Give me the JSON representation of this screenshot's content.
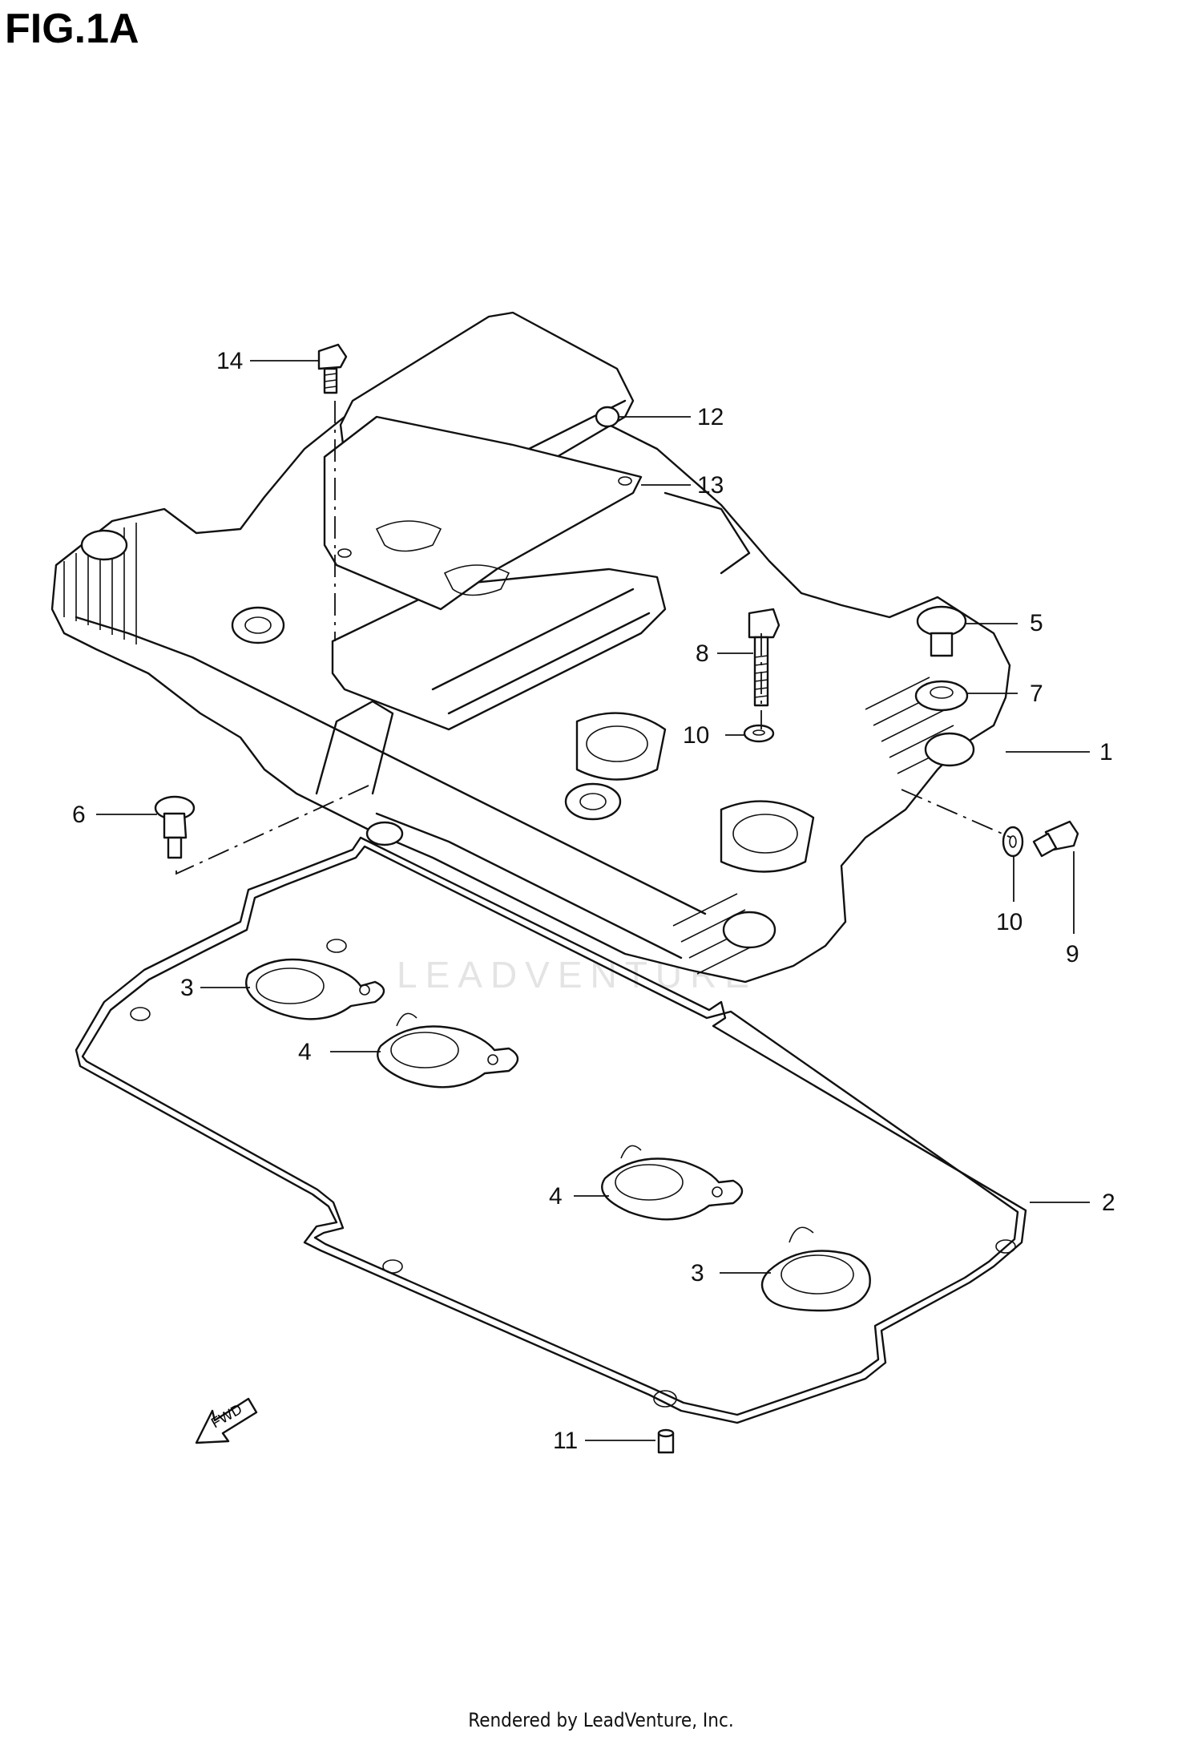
{
  "figure": {
    "title": "FIG.1A"
  },
  "callouts": [
    {
      "id": "c14",
      "label": "14"
    },
    {
      "id": "c12",
      "label": "12"
    },
    {
      "id": "c13",
      "label": "13"
    },
    {
      "id": "c5",
      "label": "5"
    },
    {
      "id": "c8",
      "label": "8"
    },
    {
      "id": "c7",
      "label": "7"
    },
    {
      "id": "c10a",
      "label": "10"
    },
    {
      "id": "c1",
      "label": "1"
    },
    {
      "id": "c6",
      "label": "6"
    },
    {
      "id": "c10b",
      "label": "10"
    },
    {
      "id": "c9",
      "label": "9"
    },
    {
      "id": "c3a",
      "label": "3"
    },
    {
      "id": "c4a",
      "label": "4"
    },
    {
      "id": "c4b",
      "label": "4"
    },
    {
      "id": "c2",
      "label": "2"
    },
    {
      "id": "c3b",
      "label": "3"
    },
    {
      "id": "c11",
      "label": "11"
    }
  ],
  "direction_marker": {
    "text": "FWD"
  },
  "watermark": {
    "text": "LEADVENTURE"
  },
  "footer": {
    "text": "Rendered by LeadVenture, Inc."
  }
}
